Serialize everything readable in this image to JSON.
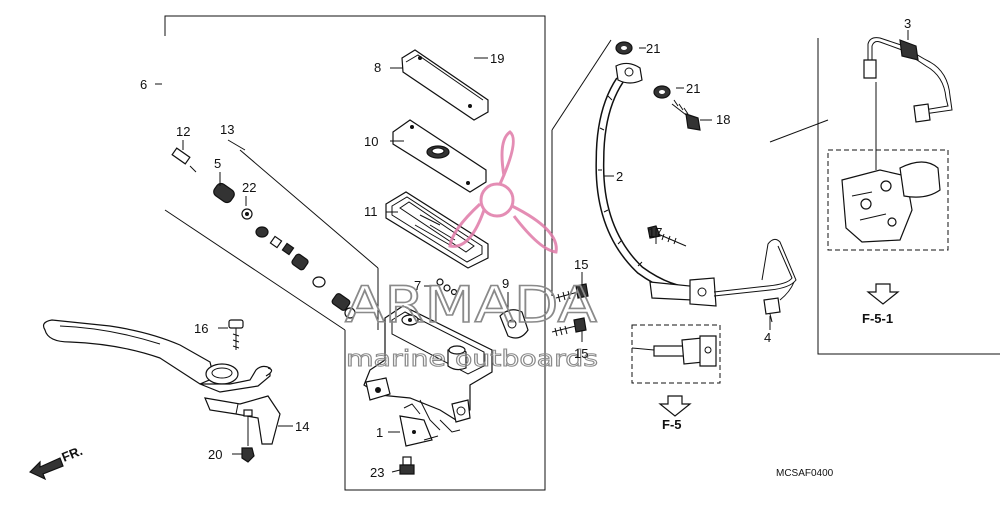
{
  "callouts": {
    "c1": "1",
    "c2": "2",
    "c3": "3",
    "c4": "4",
    "c5": "5",
    "c6": "6",
    "c7": "7",
    "c8": "8",
    "c9": "9",
    "c10": "10",
    "c11": "11",
    "c12": "12",
    "c13": "13",
    "c14": "14",
    "c15a": "15",
    "c15b": "15",
    "c16": "16",
    "c17": "17",
    "c18": "18",
    "c19": "19",
    "c20": "20",
    "c21a": "21",
    "c21b": "21",
    "c22": "22",
    "c23": "23"
  },
  "refs": {
    "f5": "F-5",
    "f51": "F-5-1",
    "fr": "FR."
  },
  "diagram_code": "MCSAF0400",
  "watermark": {
    "brand": "ARMADA",
    "tagline": "marine outboards",
    "logo_color": "#e07aa8"
  }
}
